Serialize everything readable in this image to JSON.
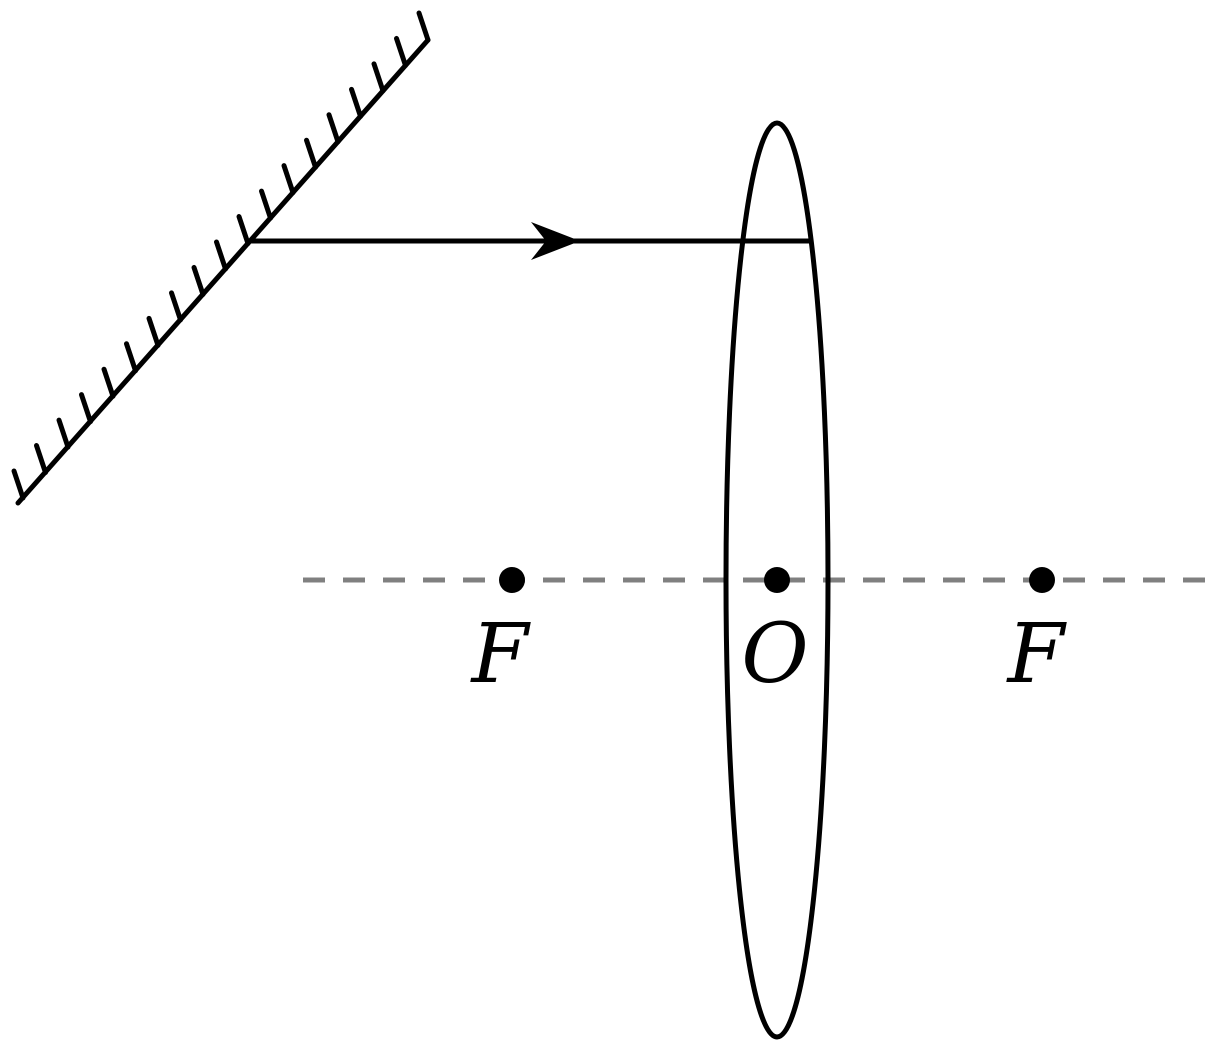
{
  "labels": {
    "focus_left": "F",
    "optical_center": "O",
    "focus_right": "F"
  },
  "colors": {
    "ink": "#000000",
    "axis": "#808080",
    "background": "#ffffff"
  },
  "elements": {
    "mirror": "plane-mirror",
    "lens": "convex-lens",
    "ray": "light-ray-with-arrow",
    "axis": "principal-axis-dashed"
  }
}
